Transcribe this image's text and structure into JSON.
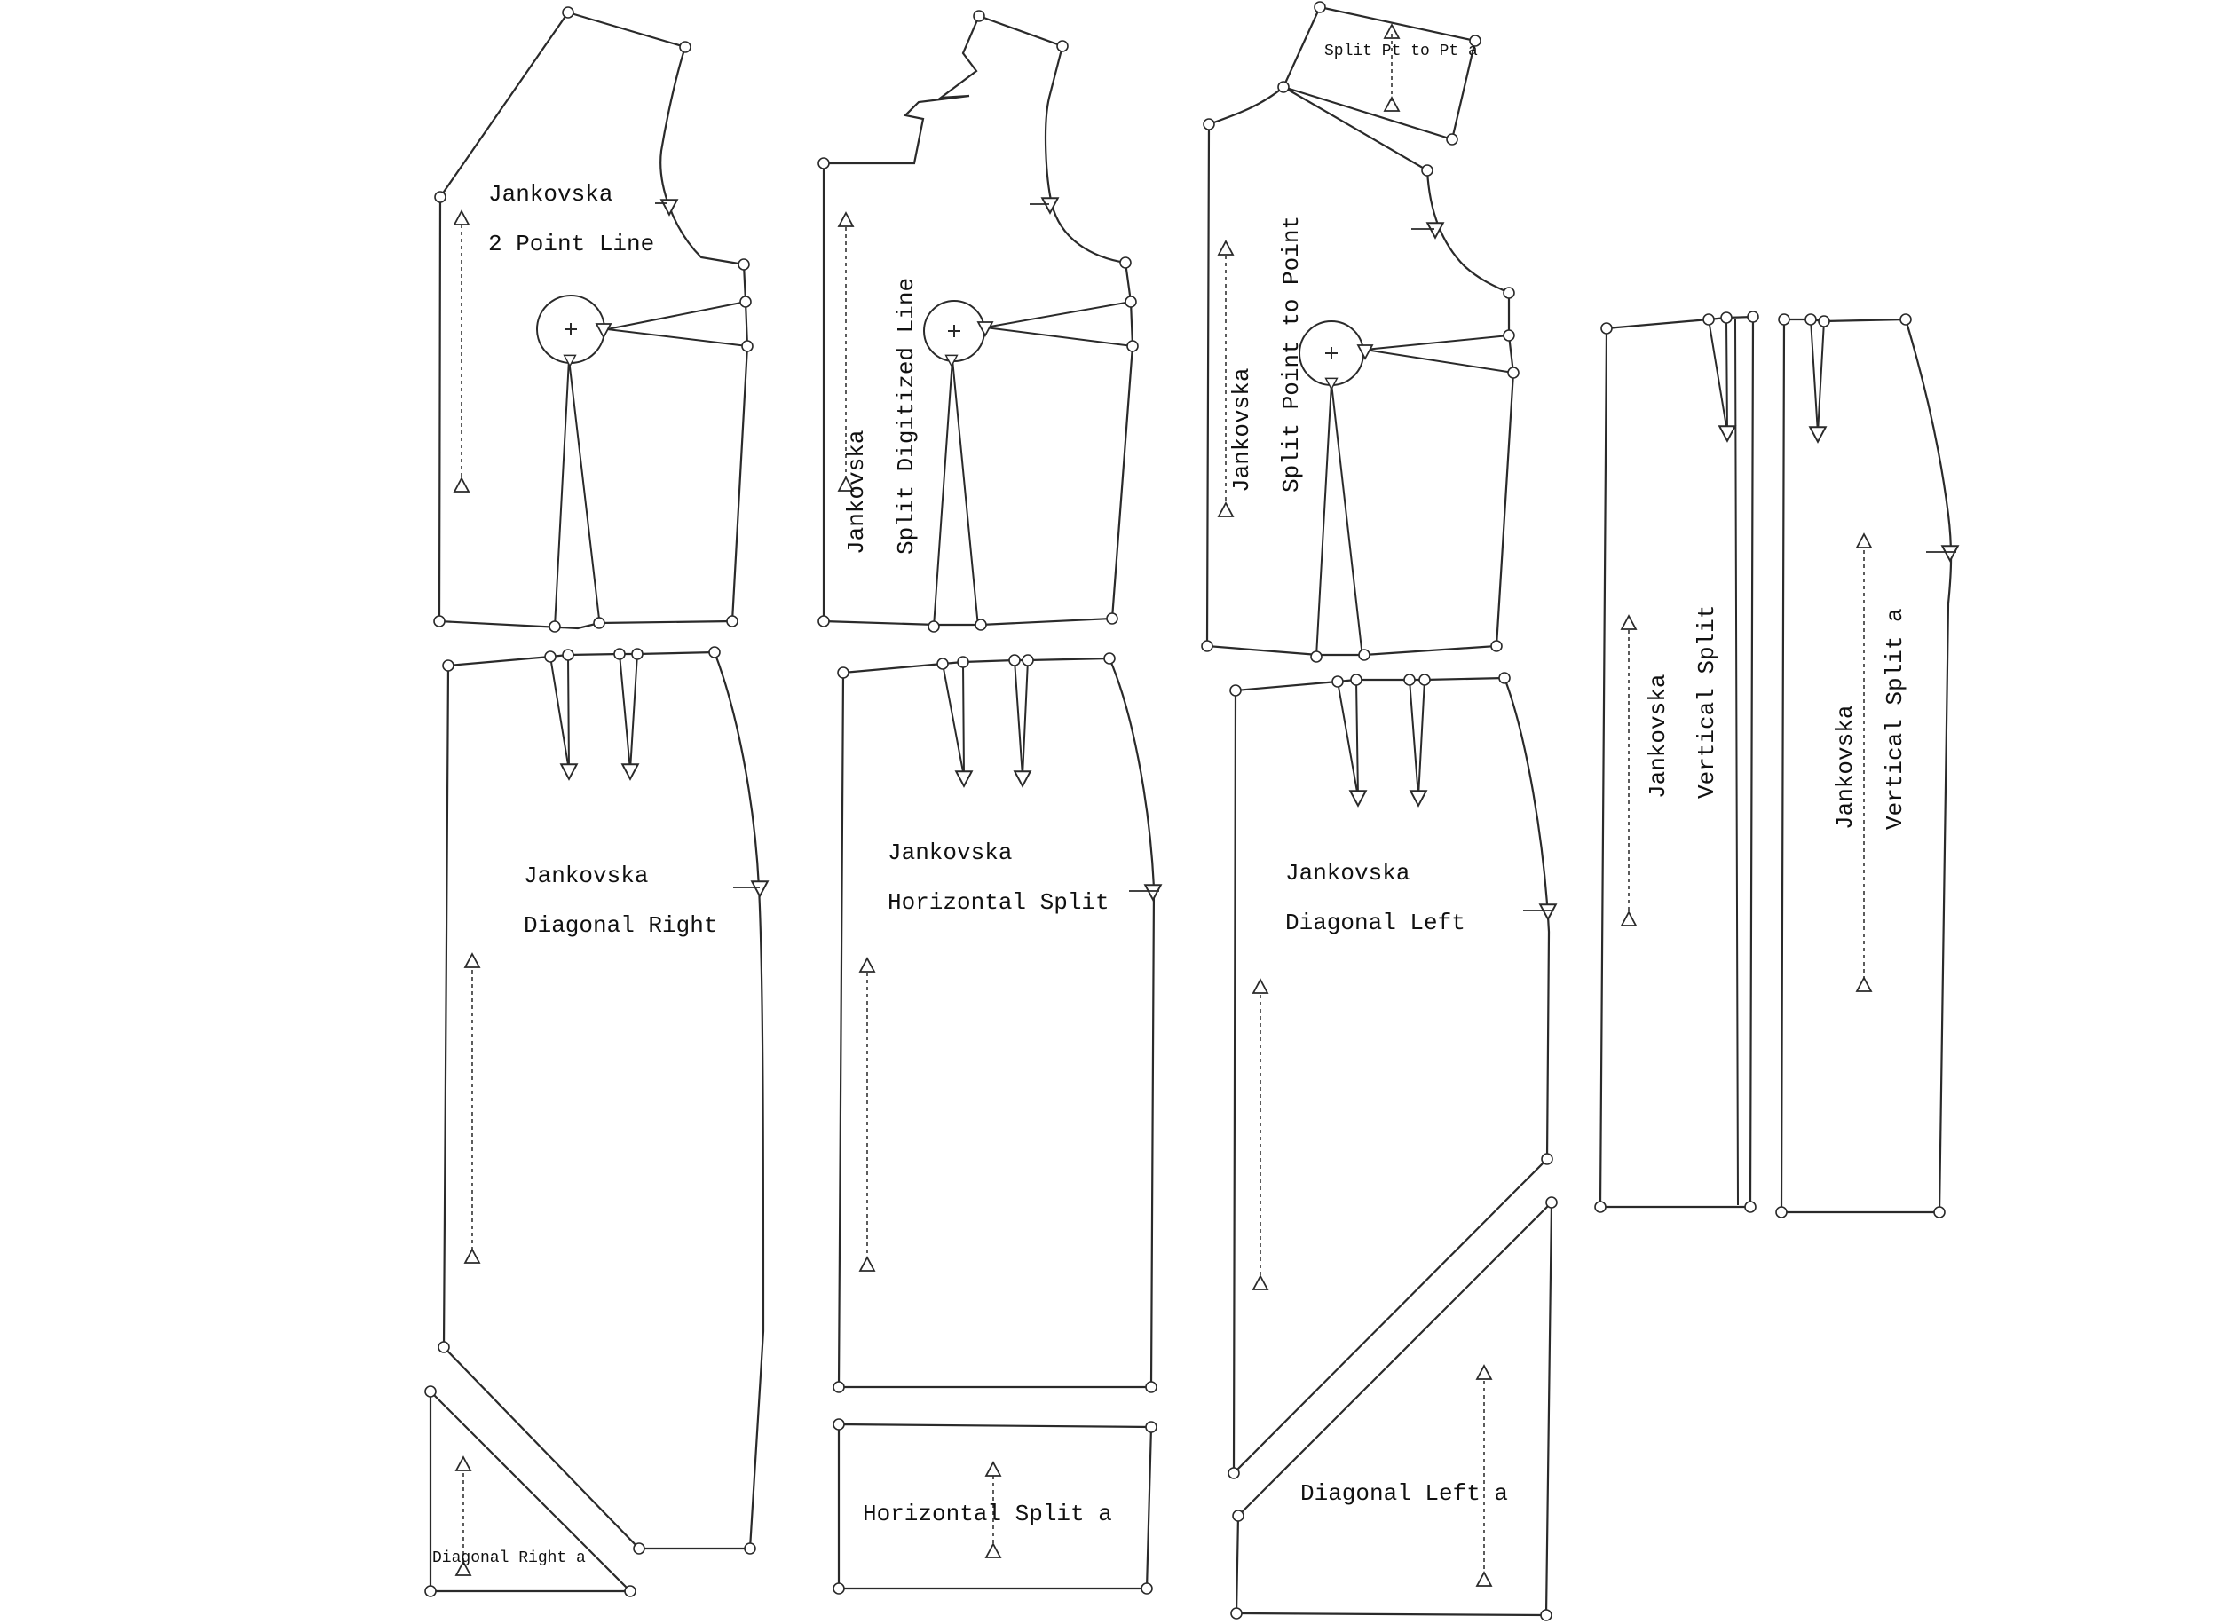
{
  "pieces": {
    "p1_title": "Jankovska",
    "p1_sub": "2 Point Line",
    "p2_title": "Jankovska",
    "p2_sub": "Split Digitized Line",
    "p3_sub_small": "Split Pt to Pt a",
    "p3_title": "Jankovska",
    "p3_sub": "Split Point to Point",
    "p4_title": "Jankovska",
    "p4_sub": "Diagonal Right",
    "p4a": "Diagonal Right a",
    "p5_title": "Jankovska",
    "p5_sub": "Horizontal Split",
    "p5a": "Horizontal Split a",
    "p6_title": "Jankovska",
    "p6_sub": "Diagonal Left",
    "p6a": "Diagonal Left a",
    "p7_title": "Jankovska",
    "p7_sub": "Vertical Split",
    "p8_title": "Jankovska",
    "p8_sub": "Vertical Split a"
  }
}
